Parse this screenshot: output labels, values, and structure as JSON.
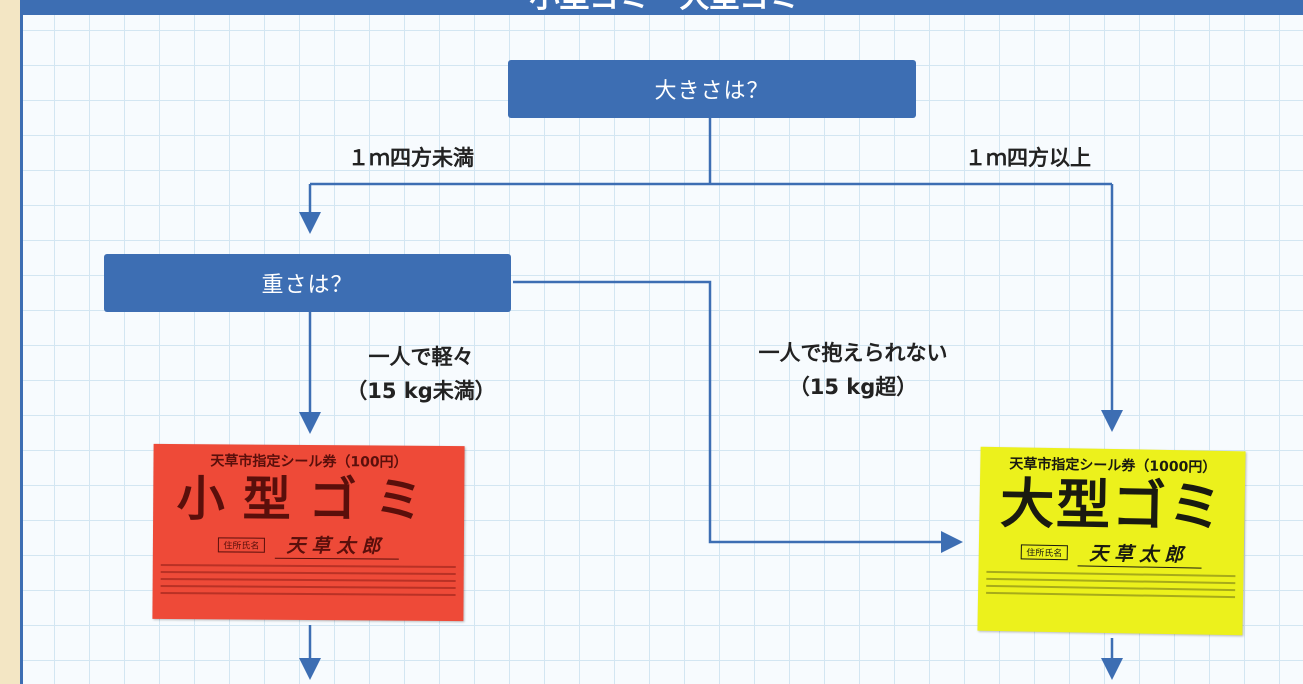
{
  "header": {
    "title": "小型ゴミ・大型ゴミ"
  },
  "nodes": {
    "size_question": "大きさは？",
    "weight_question": "重さは？"
  },
  "edges": {
    "under_1m": "１ｍ四方未満",
    "over_1m": "１ｍ四方以上",
    "light_line1": "一人で軽々",
    "light_line2": "（15 kg未満）",
    "heavy_line1": "一人で抱えられない",
    "heavy_line2": "（15 kg超）"
  },
  "stickers": {
    "small": {
      "heading": "天草市指定シール券（100円）",
      "big_text": "小型ゴミ",
      "name_label": "住所氏名",
      "name_value": "天草太郎"
    },
    "large": {
      "heading": "天草市指定シール券（1000円）",
      "big_text": "大型ゴミ",
      "name_label": "住所氏名",
      "name_value": "天草太郎"
    }
  },
  "colors": {
    "accent": "#3d6eb3",
    "small_sticker": "#ee4a38",
    "large_sticker": "#ecf11c"
  }
}
